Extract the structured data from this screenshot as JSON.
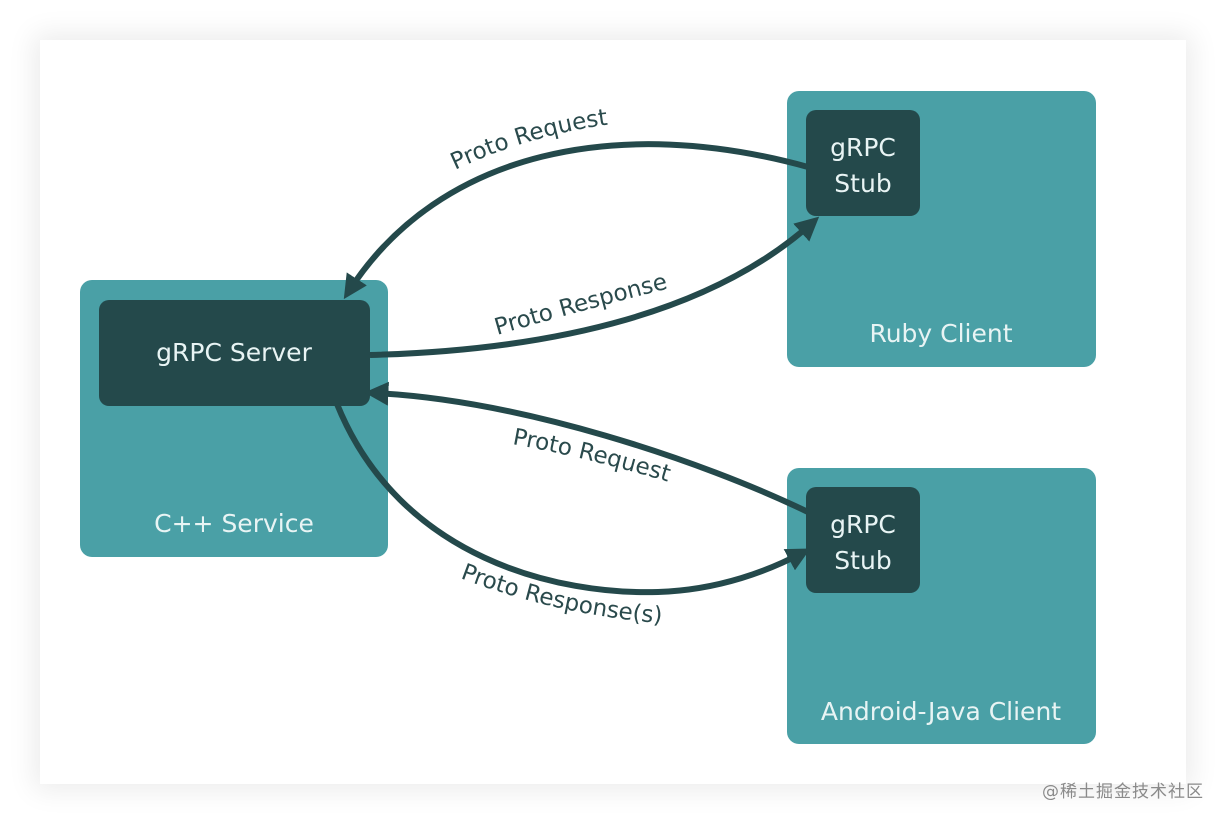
{
  "colors": {
    "box": "#4aa0a6",
    "dark": "#24494b",
    "arrow": "#24494b",
    "light_text": "#e8f4f4",
    "label_text": "#2a4a4c",
    "watermark": "#8a8a8a"
  },
  "nodes": {
    "server": {
      "label": "C++ Service",
      "inner": "gRPC Server"
    },
    "ruby": {
      "label": "Ruby Client",
      "stub_line1": "gRPC",
      "stub_line2": "Stub"
    },
    "android": {
      "label": "Android-Java Client",
      "stub_line1": "gRPC",
      "stub_line2": "Stub"
    }
  },
  "edges": {
    "ruby_request": "Proto Request",
    "ruby_response": "Proto Response",
    "android_request": "Proto Request",
    "android_response": "Proto Response(s)"
  },
  "watermark": "@稀土掘金技术社区"
}
